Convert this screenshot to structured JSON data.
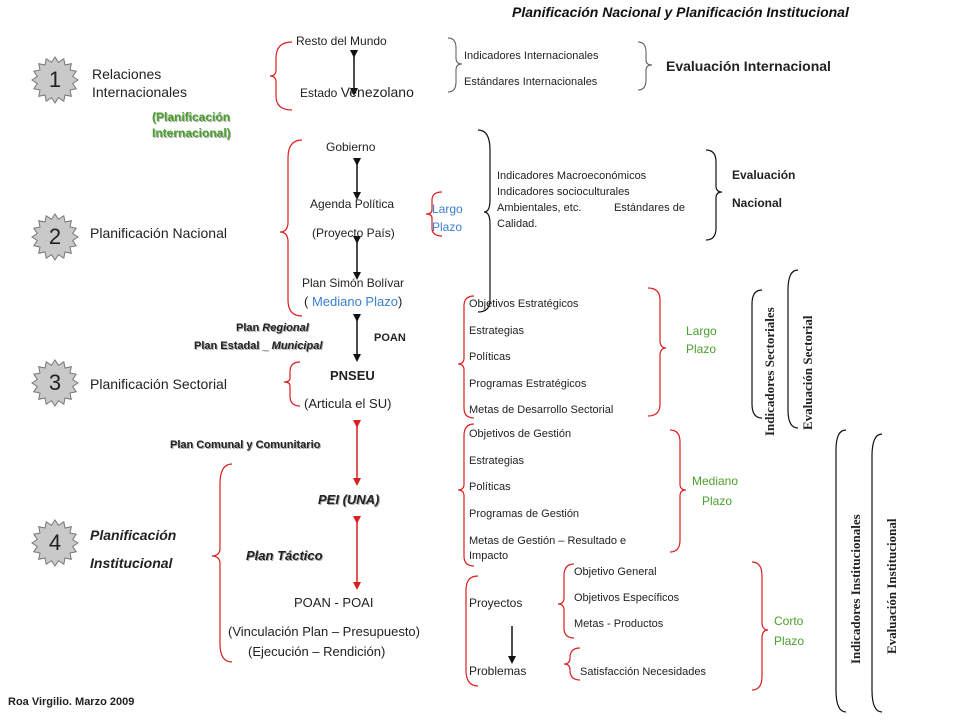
{
  "header": {
    "title": "Planificación Nacional y  Planificación Institucional"
  },
  "footer": {
    "author": "Roa Virgilio. Marzo 2009"
  },
  "levels": {
    "l1": {
      "num": "1",
      "label_line1": "Relaciones",
      "label_line2": "Internacionales",
      "sub_line1": "(Planificación",
      "sub_line2": "Internacional)",
      "top": "Resto del Mundo",
      "bottom_prefix": "Estado ",
      "bottom_main": "Venezolano",
      "ind1": "Indicadores  Internacionales",
      "ind2": "Estándares  Internacionales",
      "eval": "Evaluación  Internacional"
    },
    "l2": {
      "num": "2",
      "label": "Planificación Nacional",
      "gov": "Gobierno",
      "agenda": "Agenda Política",
      "proyecto": "(Proyecto País)",
      "plan": "Plan Simón Bolívar",
      "plan_paren_open": "( ",
      "plan_mediano": "Mediano Plazo",
      "plan_paren_close": ")",
      "largo1": "Largo",
      "largo2": "Plazo",
      "ind_line1": "Indicadores Macroeconómicos",
      "ind_line2": "Indicadores socioculturales",
      "ind_line3a": "Ambientales, etc.",
      "ind_line3b": "Estándares  de",
      "ind_line4": "Calidad.",
      "eval1": "Evaluación",
      "eval2": "Nacional"
    },
    "l3": {
      "num": "3",
      "label": "Planificación Sectorial",
      "plan_reg_a": "Plan ",
      "plan_reg_b": "Regional",
      "plan_est": "Plan Estadal _ ",
      "plan_mun": "Municipal",
      "poan": "POAN",
      "pnseu": "PNSEU",
      "articula": "(Articula el SU)",
      "items": [
        "Objetivos Estratégicos",
        "Estrategias",
        " Políticas",
        "Programas Estratégicos",
        "Metas de Desarrollo Sectorial"
      ],
      "largo1": "Largo",
      "largo2": "Plazo",
      "ind_sect": "Indicadores  Sectoriales",
      "eval_sect": "Evaluación  Sectorial"
    },
    "l4": {
      "num": "4",
      "label1": "Planificación",
      "label2": "Institucional",
      "plan_comunal": "Plan Comunal y Comunitario",
      "pei": "PEI (UNA)",
      "plan_tactico": "Plan Táctico",
      "poan_poai": "POAN  -  POAI",
      "vinc": "(Vinculación Plan – Presupuesto)",
      "ejec": "(Ejecución – Rendición)",
      "items": [
        "Objetivos de Gestión",
        "Estrategias",
        "Políticas",
        "Programas de Gestión",
        "Metas de Gestión – Resultado e",
        "Impacto"
      ],
      "mediano1": "Mediano",
      "mediano2": "Plazo",
      "proyectos": "Proyectos",
      "problemas": "Problemas",
      "sub_items": [
        "Objetivo General",
        "Objetivos Específicos",
        "Metas - Productos"
      ],
      "satisf": "Satisfacción Necesidades",
      "corto1": "Corto",
      "corto2": "Plazo",
      "ind_inst": "Indicadores  Institucionales",
      "eval_inst": "Evaluación  Institucional"
    }
  },
  "colors": {
    "red": "#d92020",
    "green": "#4aa02c",
    "blue": "#3a7fd0",
    "badge": "#c9c9c9"
  }
}
